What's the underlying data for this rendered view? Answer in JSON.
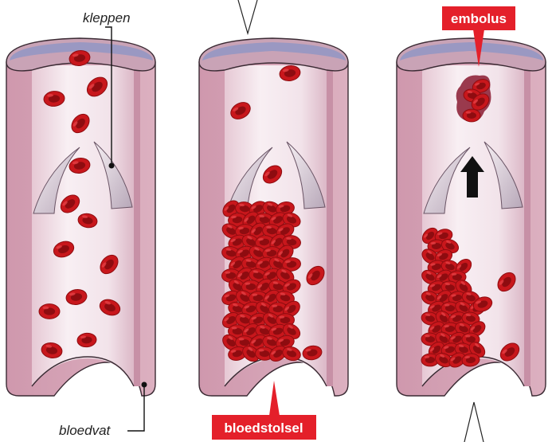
{
  "labels": {
    "valves": "kleppen",
    "vessel": "bloedvat",
    "clot": "bloedstolsel",
    "embolus": "embolus"
  },
  "colors": {
    "wall": "#d7a3b6",
    "wall_dark": "#c28aa0",
    "lumen": "#efdde5",
    "lumen_light": "#f7eef2",
    "rim_top": "#9a98c2",
    "cell": "#c8171c",
    "cell_dark": "#8e0c10",
    "cell_light": "#e8464a",
    "accent_red": "#e4202a",
    "arrow": "#111111"
  },
  "icons": {
    "upward_flow_arrow": "arrow-up-icon"
  }
}
